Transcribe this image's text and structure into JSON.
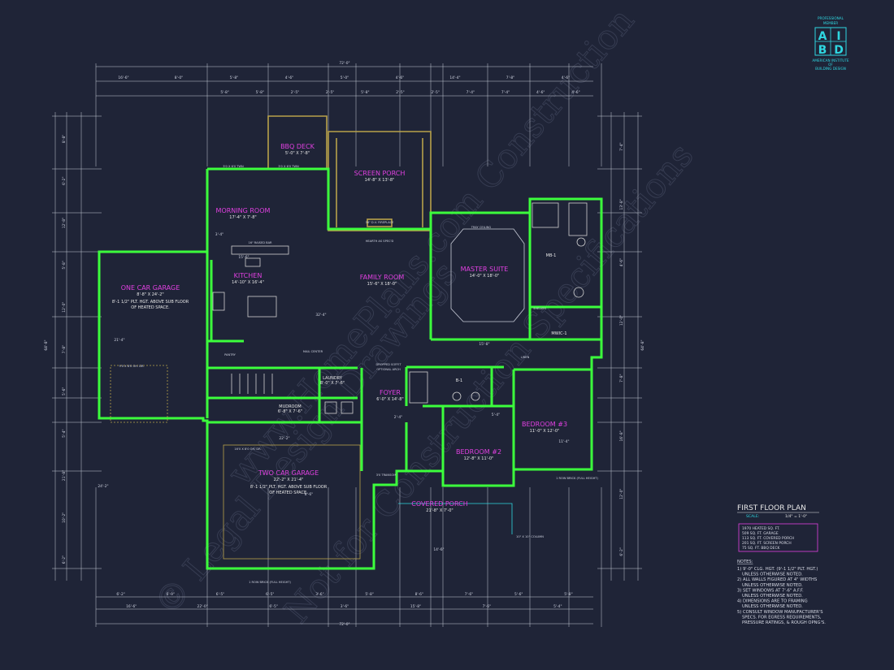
{
  "colors": {
    "background": "#1f2437",
    "wall": "#3cff3c",
    "dimension_line": "#c8ccd8",
    "room_label": "#e040e0",
    "logo": "#2fd6e0",
    "deck": "#b8a24a"
  },
  "logo": {
    "line1": "PROFESSIONAL",
    "line2": "MEMBER",
    "a": "A",
    "i": "I",
    "b": "B",
    "d": "D",
    "org1": "AMERICAN INSTITUTE",
    "org2": "OF",
    "org3": "BUILDING DESIGN"
  },
  "watermark": {
    "text1": "© Legal Design Drawings",
    "text2": "www.HomePlans.com Construction",
    "text3": "Not for Construction Specifications"
  },
  "rooms": [
    {
      "id": "bbq-deck",
      "name": "BBQ DECK",
      "size": "5'-0\" X 7'-8\""
    },
    {
      "id": "screen-porch",
      "name": "SCREEN PORCH",
      "size": "14'-8\" X 13'-8\""
    },
    {
      "id": "morning-room",
      "name": "MORNING ROOM",
      "size": "17'-4\" X 7'-8\""
    },
    {
      "id": "one-car-garage",
      "name": "ONE CAR GARAGE",
      "size": "8'-8\" X 24'-2\"",
      "note1": "8'-1 1/2\" PLT. HGT. ABOVE SUB FLOOR",
      "note2": "OF HEATED SPACE."
    },
    {
      "id": "kitchen",
      "name": "KITCHEN",
      "size": "14'-10\" X 16'-4\""
    },
    {
      "id": "family-room",
      "name": "FAMILY ROOM",
      "size": "15'-6\" X 18'-0\""
    },
    {
      "id": "master-suite",
      "name": "MASTER SUITE",
      "size": "14'-0\" X 18'-0\""
    },
    {
      "id": "mb1",
      "name": "MB-1",
      "size": ""
    },
    {
      "id": "mwic",
      "name": "MWIC-1",
      "size": ""
    },
    {
      "id": "laundry",
      "name": "LAUNDRY",
      "size": "8'-0\" X 7'-6\""
    },
    {
      "id": "mudroom",
      "name": "MUDROOM",
      "size": "6'-8\" X 7'-6\""
    },
    {
      "id": "foyer",
      "name": "FOYER",
      "size": "6'-0\" X 14'-8\""
    },
    {
      "id": "b1",
      "name": "B-1",
      "size": ""
    },
    {
      "id": "bedroom3",
      "name": "BEDROOM #3",
      "size": "11'-0\" X 12'-0\""
    },
    {
      "id": "bedroom2",
      "name": "BEDROOM #2",
      "size": "12'-8\" X 11'-0\""
    },
    {
      "id": "two-car-garage",
      "name": "TWO CAR GARAGE",
      "size": "22'-2\" X 21'-4\"",
      "note1": "8'-1 1/2\" PLT. HGT. ABOVE SUB FLOOR",
      "note2": "OF HEATED SPACE."
    },
    {
      "id": "covered-porch",
      "name": "COVERED PORCH",
      "size": "21'-8\" X 7'-0\""
    }
  ],
  "labels": {
    "fireplace": "36\" D.V. FIREPLACE",
    "hearth": "HEARTH AS SPEC'D",
    "raised_bar": "16\" RAISED BAR",
    "pantry": "PANTRY",
    "mail_center": "MAIL CENTER",
    "dropped_soffit": "DROPPED SOFFIT",
    "optional_arch": "OPTIONAL ARCH",
    "tray_ceiling": "TRAY CEILING",
    "linen": "LINEN",
    "shelves": "SHELVES",
    "window_size": "3'0 X 6'0 TWN",
    "overhead_door": "9'0 X 8'0 OH. DR.",
    "overhead_door2": "16'0 X 8'0 OH. DR.",
    "column": "10\" X 10\" COLUMN",
    "row_brick": "1 ROW BRICK (FULL HEIGHT)",
    "transom": "3'0 TRANSOM"
  },
  "dimensions": {
    "top_overall": "72'-0\"",
    "bottom_overall": "72'-0\"",
    "left_overall": "64'-8\"",
    "right_overall": "64'-8\"",
    "top_row1": [
      "16'-6\"",
      "8'-0\"",
      "5'-8\"",
      "4'-6\"",
      "5'-0\"",
      "4'-6\"",
      "14'-4\"",
      "7'-8\"",
      "4'-6\""
    ],
    "top_row2": [
      "5'-8\"",
      "5'-8\"",
      "2'-5\"",
      "2'-5\"",
      "5'-8\"",
      "2'-5\"",
      "2'-5\"",
      "7'-4\"",
      "7'-4\"",
      "4'-6\"",
      "4'-6\""
    ],
    "bottom_row1": [
      "6'-2\"",
      "6'-9\"",
      "6'-5\"",
      "6'-5\"",
      "3'-6\"",
      "5'-8\"",
      "8'-6\"",
      "7'-6\"",
      "5'-6\"",
      "5'-8\""
    ],
    "bottom_row2": [
      "16'-6\"",
      "22'-0\"",
      "6'-5\"",
      "3'-6\"",
      "15'-8\"",
      "7'-6\"",
      "5'-4\""
    ],
    "left_col": [
      "8'-8\"",
      "6'-2\"",
      "12'-8\"",
      "5'-8\"",
      "12'-0\"",
      "7'-8\"",
      "5'-6\"",
      "5'-4\"",
      "21'-8\"",
      "10'-2\"",
      "6'-2\""
    ],
    "right_col": [
      "7'-4\"",
      "13'-8\"",
      "4'-6\"",
      "12'-0\"",
      "7'-8\"",
      "16'-8\"",
      "12'-0\"",
      "6'-2\""
    ],
    "interior": [
      "22'-2\"",
      "32'-4\"",
      "15'-8\"",
      "11'-4\"",
      "8'-6\"",
      "21'-4\"",
      "24'-2\"",
      "14'-6\"",
      "3'-4\"",
      "5'-4\"",
      "2'-4\"",
      "15'-6\""
    ]
  },
  "title_block": {
    "title": "FIRST FLOOR PLAN",
    "scale_label": "SCALE:",
    "scale_value": "1/4\" = 1'-0\"",
    "areas": [
      "1970 HEATED SQ. FT.",
      "509 SQ. FT. GARAGE",
      "113 SQ. FT. COVERED PORCH",
      "201 SQ. FT. SCREEN PORCH",
      "75 SQ. FT. BBQ DECK"
    ]
  },
  "notes": {
    "heading": "NOTES:",
    "items": [
      "1) 9'-0\" CLG. HGT. (9'-1 1/2\" PLT. HGT.)",
      "UNLESS OTHERWISE NOTED.",
      "2) ALL WALLS FIGURED AT 4\" WIDTHS",
      "UNLESS OTHERWISE NOTED.",
      "3) SET WINDOWS AT 7'-6\" A.F.F.",
      "UNLESS OTHERWISE NOTED.",
      "4) DIMENSIONS ARE TO FRAMING",
      "UNLESS OTHERWISE NOTED.",
      "5) CONSULT WINDOW MANUFACTURER'S",
      "SPECS. FOR EGRESS REQUIREMENTS,",
      "PRESSURE RATINGS, & ROUGH OPNG'S."
    ]
  }
}
